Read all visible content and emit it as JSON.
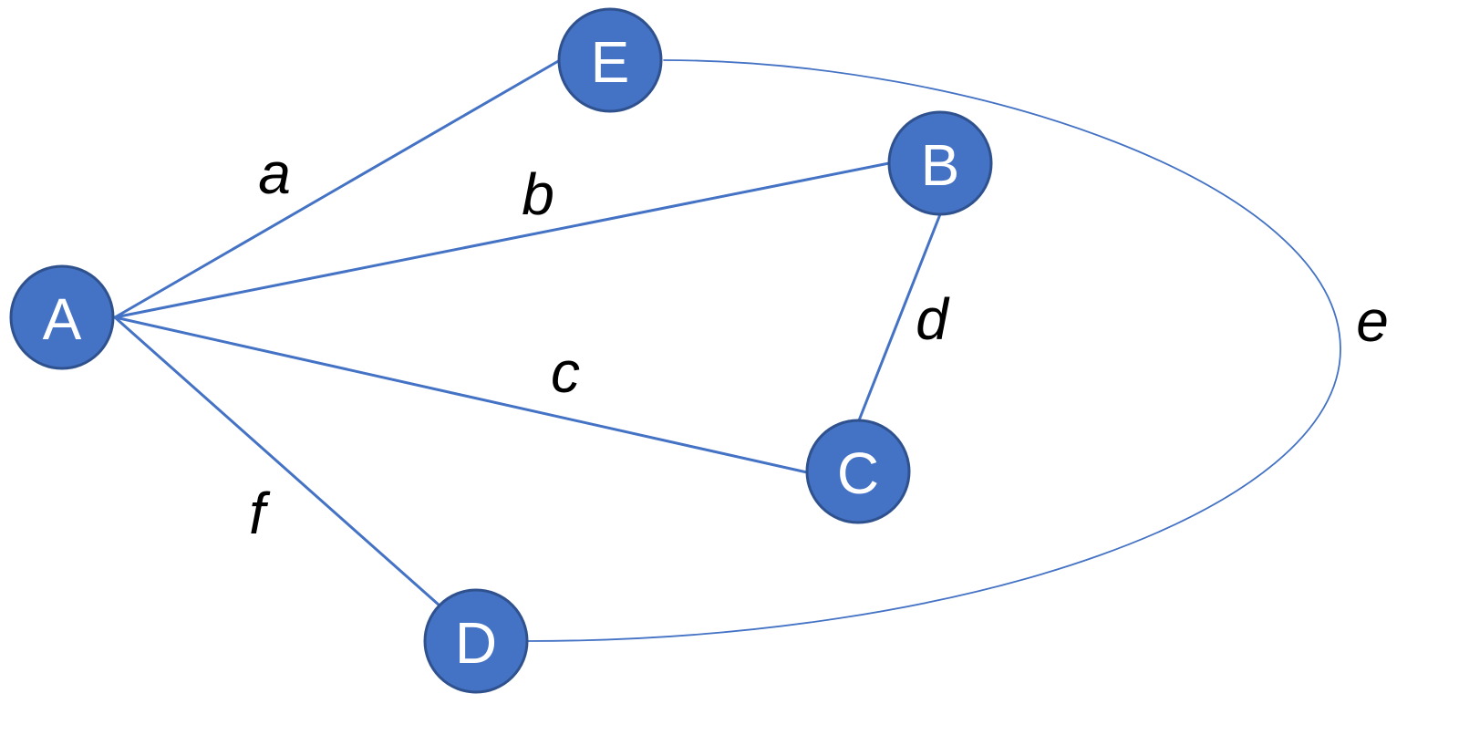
{
  "colors": {
    "node_fill": "#4472c4",
    "node_stroke": "#2f528f",
    "edge": "#4472c4"
  },
  "nodes": [
    {
      "id": "A",
      "label": "A"
    },
    {
      "id": "E",
      "label": "E"
    },
    {
      "id": "B",
      "label": "B"
    },
    {
      "id": "C",
      "label": "C"
    },
    {
      "id": "D",
      "label": "D"
    }
  ],
  "edges": [
    {
      "id": "a",
      "label": "a",
      "from": "A",
      "to": "E"
    },
    {
      "id": "b",
      "label": "b",
      "from": "A",
      "to": "B"
    },
    {
      "id": "c",
      "label": "c",
      "from": "A",
      "to": "C"
    },
    {
      "id": "d",
      "label": "d",
      "from": "B",
      "to": "C"
    },
    {
      "id": "e",
      "label": "e",
      "from": "E",
      "to": "D"
    },
    {
      "id": "f",
      "label": "f",
      "from": "A",
      "to": "D"
    }
  ]
}
